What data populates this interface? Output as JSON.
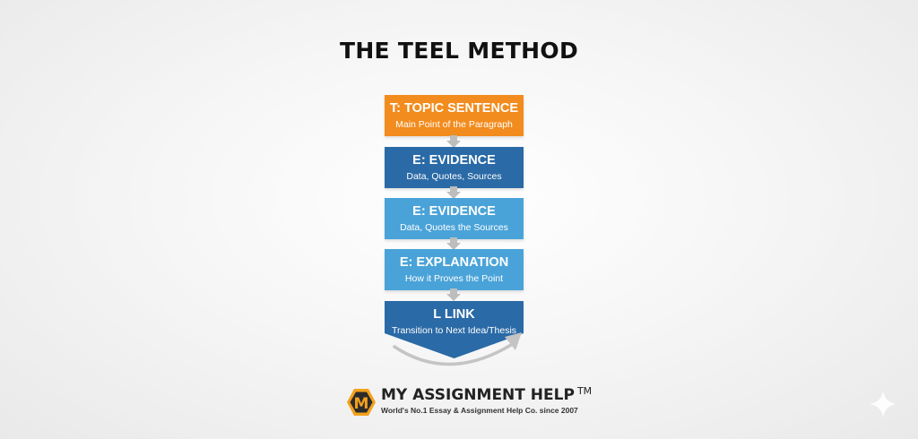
{
  "title": "THE TEEL METHOD",
  "steps": [
    {
      "heading": "T: TOPIC SENTENCE",
      "sub": "Main Point of the Paragraph",
      "color": "#f28c1e"
    },
    {
      "heading": "E: EVIDENCE",
      "sub": "Data, Quotes, Sources",
      "color": "#2a6aa6"
    },
    {
      "heading": "E: EVIDENCE",
      "sub": "Data, Quotes the Sources",
      "color": "#4aa3d8"
    },
    {
      "heading": "E: EXPLANATION",
      "sub": "How it Proves the Point",
      "color": "#4aa3d8"
    },
    {
      "heading": "L LINK",
      "sub": "Transition to Next Idea/Thesis",
      "color": "#2a6aa6"
    }
  ],
  "colors": {
    "arrow": "#bdbdbd",
    "logo_orange": "#f3a11c",
    "logo_dark": "#2b2b2b"
  },
  "brand": {
    "logo_letter": "M",
    "name": "MY ASSIGNMENT HELP",
    "trademark": "TM",
    "tagline": "World's No.1 Essay & Assignment Help Co. since 2007"
  },
  "icons": {
    "sparkle": "sparkle-icon"
  }
}
